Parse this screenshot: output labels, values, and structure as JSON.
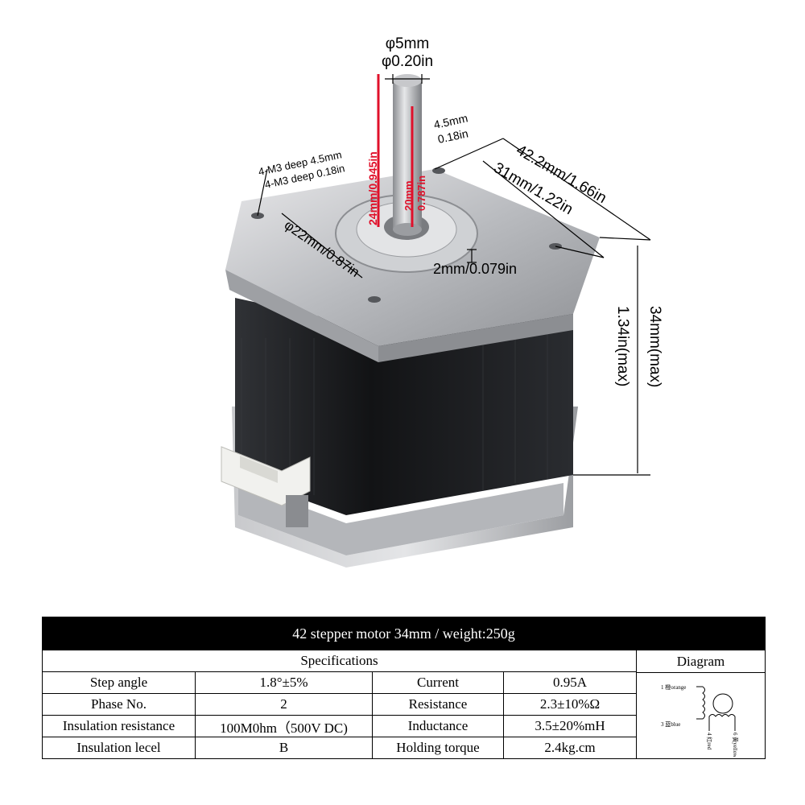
{
  "figure": {
    "shaft_diameter": "φ5mm",
    "shaft_diameter_in": "φ0.20in",
    "flat_depth": "4.5mm",
    "flat_depth_in": "0.18in",
    "overall_width": "42.2mm/1.66in",
    "hole_spacing": "31mm/1.22in",
    "mounting_holes": "4-M3 deep 4.5mm",
    "mounting_holes_in": "4-M3 deep 0.18in",
    "boss_diameter": "φ22mm/0.87in",
    "boss_height": "2mm/0.079in",
    "shaft_length": "24mm/0.945in",
    "shaft_flat_length": "20mm",
    "shaft_flat_length_in": "0.787in",
    "body_length": "34mm(max)",
    "body_length_in": "1.34in(max)",
    "accent_red": "#e0102a"
  },
  "table": {
    "title": "42 stepper motor 34mm / weight:250g",
    "specifications_header": "Specifications",
    "diagram_header": "Diagram",
    "rows": [
      {
        "label1": "Step angle",
        "value1": "1.8°±5%",
        "label2": "Current",
        "value2": "0.95A"
      },
      {
        "label1": "Phase No.",
        "value1": "2",
        "label2": "Resistance",
        "value2": "2.3±10%Ω"
      },
      {
        "label1": "Insulation resistance",
        "value1": "100M0hm（500V DC)",
        "label2": "Inductance",
        "value2": "3.5±20%mH"
      },
      {
        "label1": "Insulation lecel",
        "value1": "B",
        "label2": "Holding torque",
        "value2": "2.4kg.cm"
      }
    ],
    "diagram": {
      "wire1": "1 橙orange",
      "wire3": "3 蓝blue",
      "wire4": "4 红red",
      "wire6": "6 黄yellow"
    }
  }
}
